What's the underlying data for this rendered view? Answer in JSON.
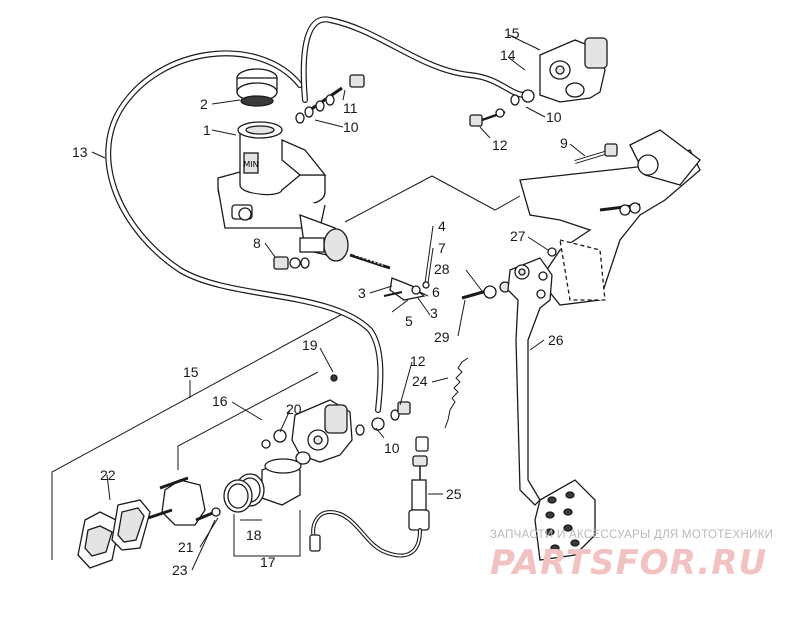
{
  "callouts": {
    "c1": "1",
    "c2": "2",
    "c3a": "3",
    "c3b": "3",
    "c4": "4",
    "c5": "5",
    "c6": "6",
    "c7": "7",
    "c8": "8",
    "c9": "9",
    "c10a": "10",
    "c10b": "10",
    "c10c": "10",
    "c11": "11",
    "c12a": "12",
    "c12b": "12",
    "c13": "13",
    "c14": "14",
    "c15a": "15",
    "c15b": "15",
    "c16": "16",
    "c17": "17",
    "c18": "18",
    "c19": "19",
    "c20": "20",
    "c21": "21",
    "c22": "22",
    "c23": "23",
    "c24": "24",
    "c25": "25",
    "c26": "26",
    "c27": "27",
    "c28": "28",
    "c29": "29"
  },
  "watermark": {
    "caption": "ЗАПЧАСТИ И АКСЕССУАРЫ ДЛЯ МОТОТЕХНИКИ",
    "site": "PARTSFOR.RU"
  },
  "colors": {
    "line": "#1a1a1a",
    "watermark_red": "#f2c2c2",
    "watermark_grey": "#b9b9b9"
  }
}
